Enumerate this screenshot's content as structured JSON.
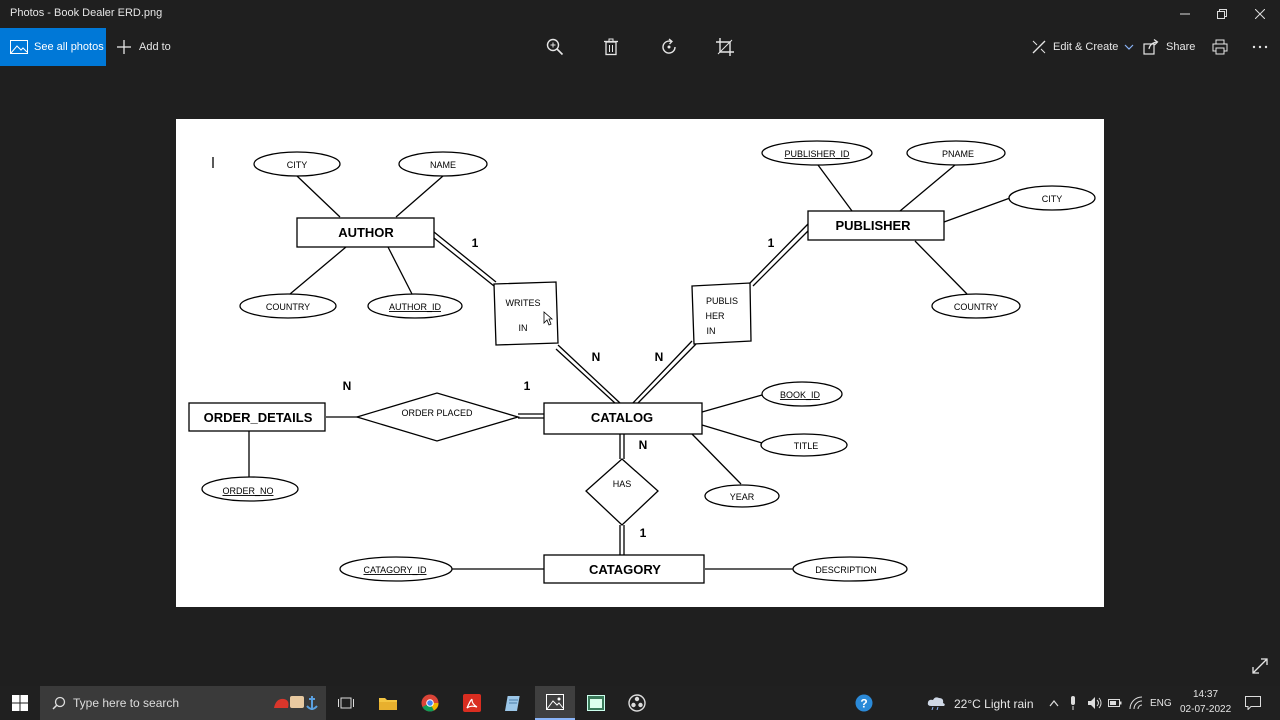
{
  "window": {
    "title": "Photos - Book Dealer ERD.png"
  },
  "toolbar": {
    "see_all": "See all photos",
    "add_to": "Add to",
    "edit_create": "Edit & Create",
    "share": "Share"
  },
  "erd": {
    "author": "AUTHOR",
    "author_city": "CITY",
    "author_name": "NAME",
    "author_country": "COUNTRY",
    "author_id": "AUTHOR_ID",
    "writes_in_1": "WRITES",
    "writes_in_2": "IN",
    "publisher": "PUBLISHER",
    "publisher_id": "PUBLISHER_ID",
    "pname": "PNAME",
    "publisher_city": "CITY",
    "publisher_country": "COUNTRY",
    "publisher_in_1": "PUBLIS",
    "publisher_in_2": "HER",
    "publisher_in_3": "IN",
    "catalog": "CATALOG",
    "book_id": "BOOK_ID",
    "title": "TITLE",
    "year": "YEAR",
    "order_details": "ORDER_DETAILS",
    "order_placed": "ORDER PLACED",
    "order_no": "ORDER_NO",
    "has": "HAS",
    "catagory": "CATAGORY",
    "catagory_id": "CATAGORY_ID",
    "description": "DESCRIPTION",
    "card_author_writes": "1",
    "card_writes_catalog": "N",
    "card_publisher": "1",
    "card_pub_catalog": "N",
    "card_order_details": "N",
    "card_order_catalog": "1",
    "card_has_catalog": "N",
    "card_has_catagory": "1"
  },
  "taskbar": {
    "search_placeholder": "Type here to search",
    "weather": "22°C  Light rain",
    "lang": "ENG",
    "time": "14:37",
    "date": "02-07-2022"
  }
}
